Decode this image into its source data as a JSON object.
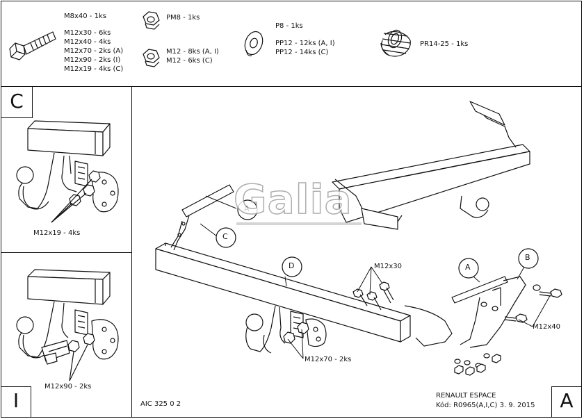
{
  "parts": {
    "bolts_small": "M8x40 - 1ks",
    "bolts": [
      "M12x30 - 6ks",
      "M12x40 - 4ks",
      "M12x70 - 2ks (A)",
      "M12x90 - 2ks (I)",
      "M12x19 - 4ks (C)"
    ],
    "nut_pm8": "PM8 - 1ks",
    "nuts_m12": [
      "M12 - 8ks (A, I)",
      "M12 - 6ks (C)"
    ],
    "washer_p8": "P8 - 1ks",
    "washers_pp12": [
      "PP12 - 12ks (A, I)",
      "PP12 - 14ks (C)"
    ],
    "spring": "PR14-25 - 1ks"
  },
  "variants": {
    "c_label": "C",
    "c_bolt": "M12x19 - 4ks",
    "i_label": "I",
    "i_bolt": "M12x90 - 2ks"
  },
  "main": {
    "callout_a1": "A",
    "callout_c": "C",
    "callout_d": "D",
    "callout_a2": "A",
    "callout_b": "B",
    "bolt_m12x30": "M12x30",
    "bolt_m12x40": "M12x40",
    "bolt_m12x70": "M12x70 - 2ks",
    "brand": "Galia"
  },
  "footer": {
    "code": "AIC 325 0 2",
    "vehicle": "RENAULT ESPACE",
    "kod": "Kód: R0965(A,I,C)  3. 9. 2015",
    "sheet": "A"
  }
}
